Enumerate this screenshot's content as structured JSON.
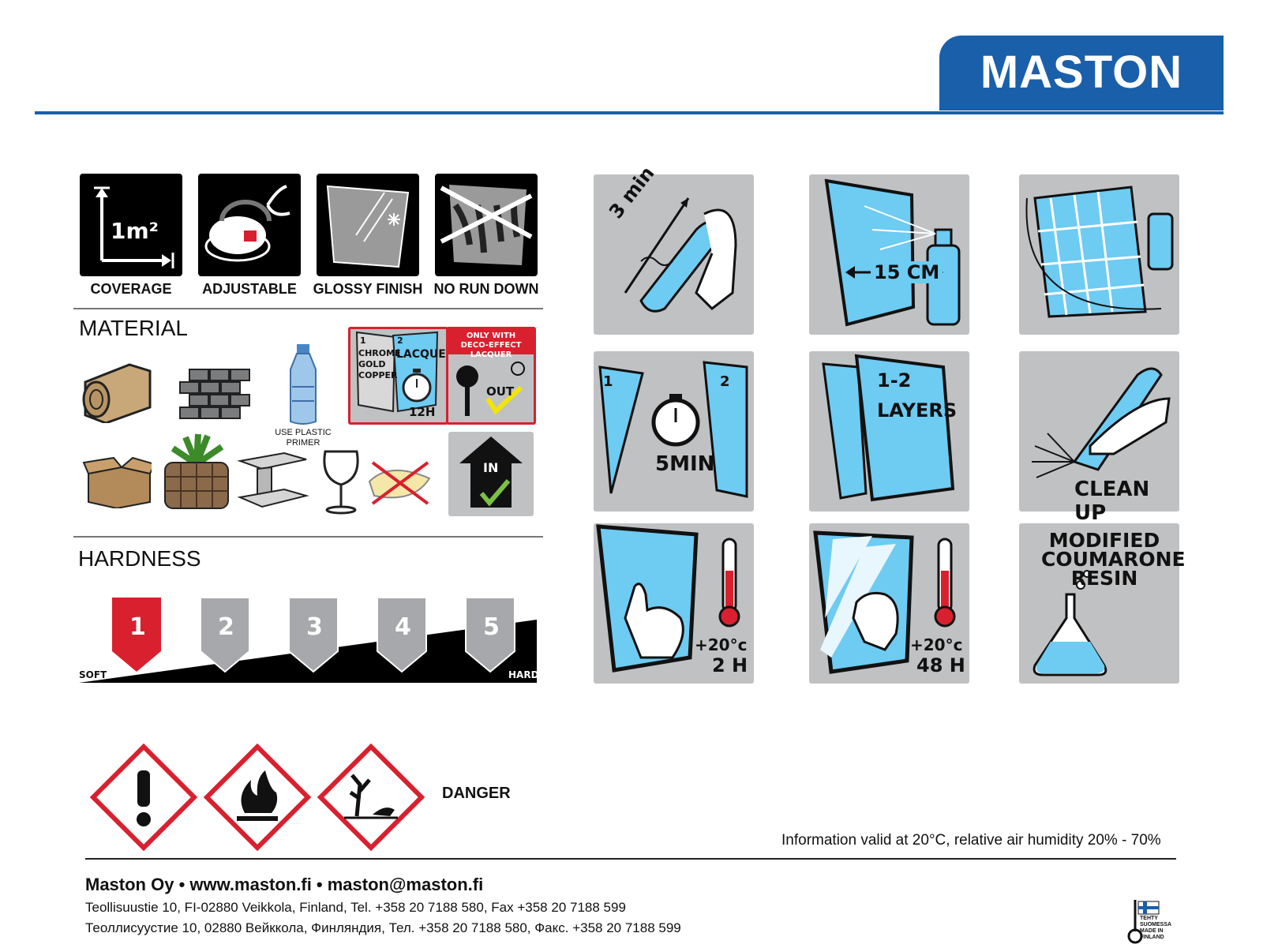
{
  "brand": {
    "name": "MASTON"
  },
  "properties": [
    {
      "label": "COVERAGE",
      "icon": "coverage-icon",
      "text": "1m²"
    },
    {
      "label": "ADJUSTABLE",
      "icon": "adjustable-nozzle-icon"
    },
    {
      "label": "GLOSSY FINISH",
      "icon": "glossy-finish-icon"
    },
    {
      "label": "NO RUN DOWN",
      "icon": "no-run-down-icon"
    }
  ],
  "material": {
    "title": "MATERIAL",
    "plastic_note": "USE PLASTIC PRIMER",
    "deco_box": {
      "step1": "1",
      "step2": "2",
      "metals": [
        "CHROME",
        "GOLD",
        "COPPER"
      ],
      "lacquer": "LACQUER",
      "time": "12H"
    },
    "deco_only": {
      "header": "ONLY WITH DECO-EFFECT LACQUER",
      "out": "OUT"
    },
    "in_label": "IN"
  },
  "hardness": {
    "title": "HARDNESS",
    "levels": [
      "1",
      "2",
      "3",
      "4",
      "5"
    ],
    "selected": 1,
    "soft": "SOFT",
    "hard": "HARD"
  },
  "instructions": {
    "shake": "3 min",
    "distance": "15 CM",
    "interval": "5MIN",
    "step1": "1",
    "step2": "2",
    "layers": "1-2 LAYERS",
    "clean": "CLEAN UP",
    "touch_temp": "+20°c",
    "touch_time": "2 H",
    "handle_temp": "+20°c",
    "handle_time": "48 H",
    "resin": "MODIFIED COUMARONE RESIN"
  },
  "hazard": {
    "label": "DANGER"
  },
  "info_note": "Information valid at 20°C, relative air humidity 20% - 70%",
  "footer": {
    "line1": "Maston Oy  •  www.maston.fi  •  maston@maston.fi",
    "line2": "Teollisuustie 10, FI-02880 Veikkola, Finland, Tel. +358 20 7188 580, Fax +358 20 7188 599",
    "line3": "Теоллисуустие 10, 02880 Вейккола, Финляндия, Тел. +358 20 7188 580, Факс. +358 20 7188 599"
  },
  "made_in": "TEHTY SUOMESSA MADE IN FINLAND",
  "colors": {
    "brand_blue": "#1a5faa",
    "tile_grey": "#c0c1c3",
    "paint_blue": "#6ecbf2",
    "red": "#d9202e"
  }
}
